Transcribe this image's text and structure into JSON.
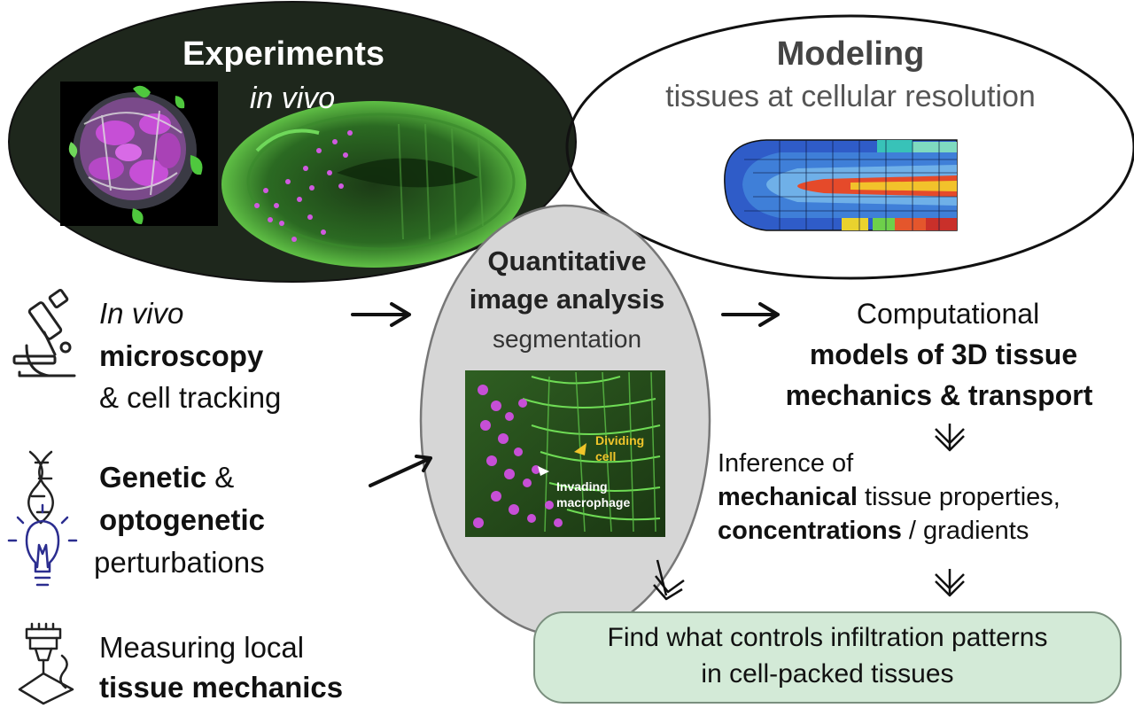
{
  "experiments": {
    "title": "Experiments",
    "subtitle": "in vivo"
  },
  "modeling": {
    "title": "Modeling",
    "subtitle": "tissues at cellular resolution"
  },
  "analysis": {
    "line1": "Quantitative",
    "line2": "image analysis",
    "line3": "segmentation",
    "image_label_1a": "Dividing",
    "image_label_1b": "cell",
    "image_label_2a": "Invading",
    "image_label_2b": "macrophage"
  },
  "methods": {
    "microscopy": {
      "line1": "In vivo",
      "line2": "microscopy",
      "line3": "& cell tracking"
    },
    "genetic": {
      "line1_bold": "Genetic",
      "line1_rest": " &",
      "line2": "optogenetic",
      "line3": "perturbations"
    },
    "mechanics": {
      "line1": "Measuring local",
      "line2": "tissue mechanics"
    }
  },
  "computational": {
    "line1": "Computational",
    "line2": "models of 3D tissue",
    "line3": "mechanics & transport"
  },
  "inference": {
    "line1": "Inference of",
    "line2_bold": "mechanical",
    "line2_rest": " tissue properties,",
    "line3_bold": "concentrations",
    "line3_rest": " / gradients"
  },
  "final": {
    "line1": "Find what controls infiltration patterns",
    "line2": "in cell-packed tissues"
  },
  "colors": {
    "dark_ellipse": "#1e271c",
    "grey_ellipse": "#d6d6d6",
    "final_box": "#d3ead7",
    "fluorescence_green": "#4fc83e",
    "fluorescence_magenta": "#c64fd6",
    "icon_blue": "#2b2d8f"
  }
}
